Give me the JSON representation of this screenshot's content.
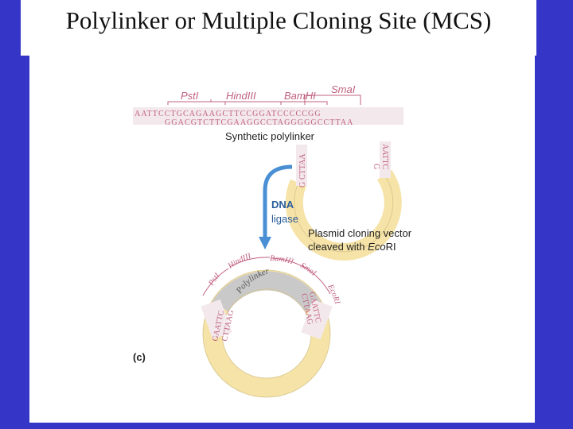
{
  "slide": {
    "title": "Polylinker or Multiple Cloning Site (MCS)"
  },
  "diagram": {
    "enzymes_top": [
      {
        "name": "PstI"
      },
      {
        "name": "HindIII"
      },
      {
        "name": "BamHI"
      },
      {
        "name": "SmaI"
      }
    ],
    "top_strand": "AATTCCTGCAGAAGCTTCCGGATCCCCCGG",
    "bottom_strand": "GGACGTCTTCGAAGGCCTAGGGGGCCTTAA",
    "synthetic_label": "Synthetic polylinker",
    "vector_end_left_1": "CTTAA",
    "vector_end_left_2": "G",
    "vector_end_right_1": "AATTC",
    "vector_end_right_2": "G",
    "ligase_line1": "DNA",
    "ligase_line2": "ligase",
    "vector_label_line1": "Plasmid cloning vector",
    "vector_label_line2_prefix": "cleaved with ",
    "vector_label_line2_italic": "Eco",
    "vector_label_line2_suffix": "RI",
    "ring_labels": {
      "pst": "PstI",
      "hind": "HindIII",
      "bam": "BamHI",
      "sma": "SmaI",
      "eco": "EcoRI",
      "polylinker": "Polylinker"
    },
    "ring_seq_left_outer": "GAATTC",
    "ring_seq_left_inner": "CTTAAG",
    "ring_seq_right_outer": "GAATTC",
    "ring_seq_right_inner": "CTTAAG",
    "panel_label": "(c)"
  },
  "colors": {
    "background": "#3535c8",
    "plasmid_fill": "#f6e3a8",
    "polylinker_fill": "#c9c9c9",
    "sequence_pink": "#c0607e",
    "arrow_blue": "#4a8fd4",
    "ligase_blue": "#2a5c9a"
  }
}
